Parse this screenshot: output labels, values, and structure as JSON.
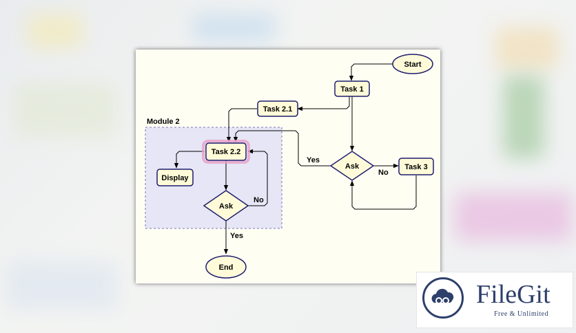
{
  "diagram": {
    "group_label": "Module 2",
    "nodes": {
      "start": "Start",
      "task1": "Task 1",
      "task21": "Task 2.1",
      "task22": "Task 2.2",
      "display": "Display",
      "ask_left": "Ask",
      "end": "End",
      "ask_right": "Ask",
      "task3": "Task 3"
    },
    "edge_labels": {
      "left_no": "No",
      "left_yes": "Yes",
      "right_yes": "Yes",
      "right_no": "No"
    }
  },
  "watermark": {
    "name": "FileGit",
    "tagline": "Free & Unlimited",
    "icon": "cloud-icon"
  },
  "colors": {
    "node_fill": "#fffbd9",
    "node_stroke": "#1c1c6e",
    "group_fill": "#e6e6f6",
    "group_stroke": "#7777bb",
    "highlight": "#e8a0c8",
    "brand": "#2d3f6b"
  }
}
